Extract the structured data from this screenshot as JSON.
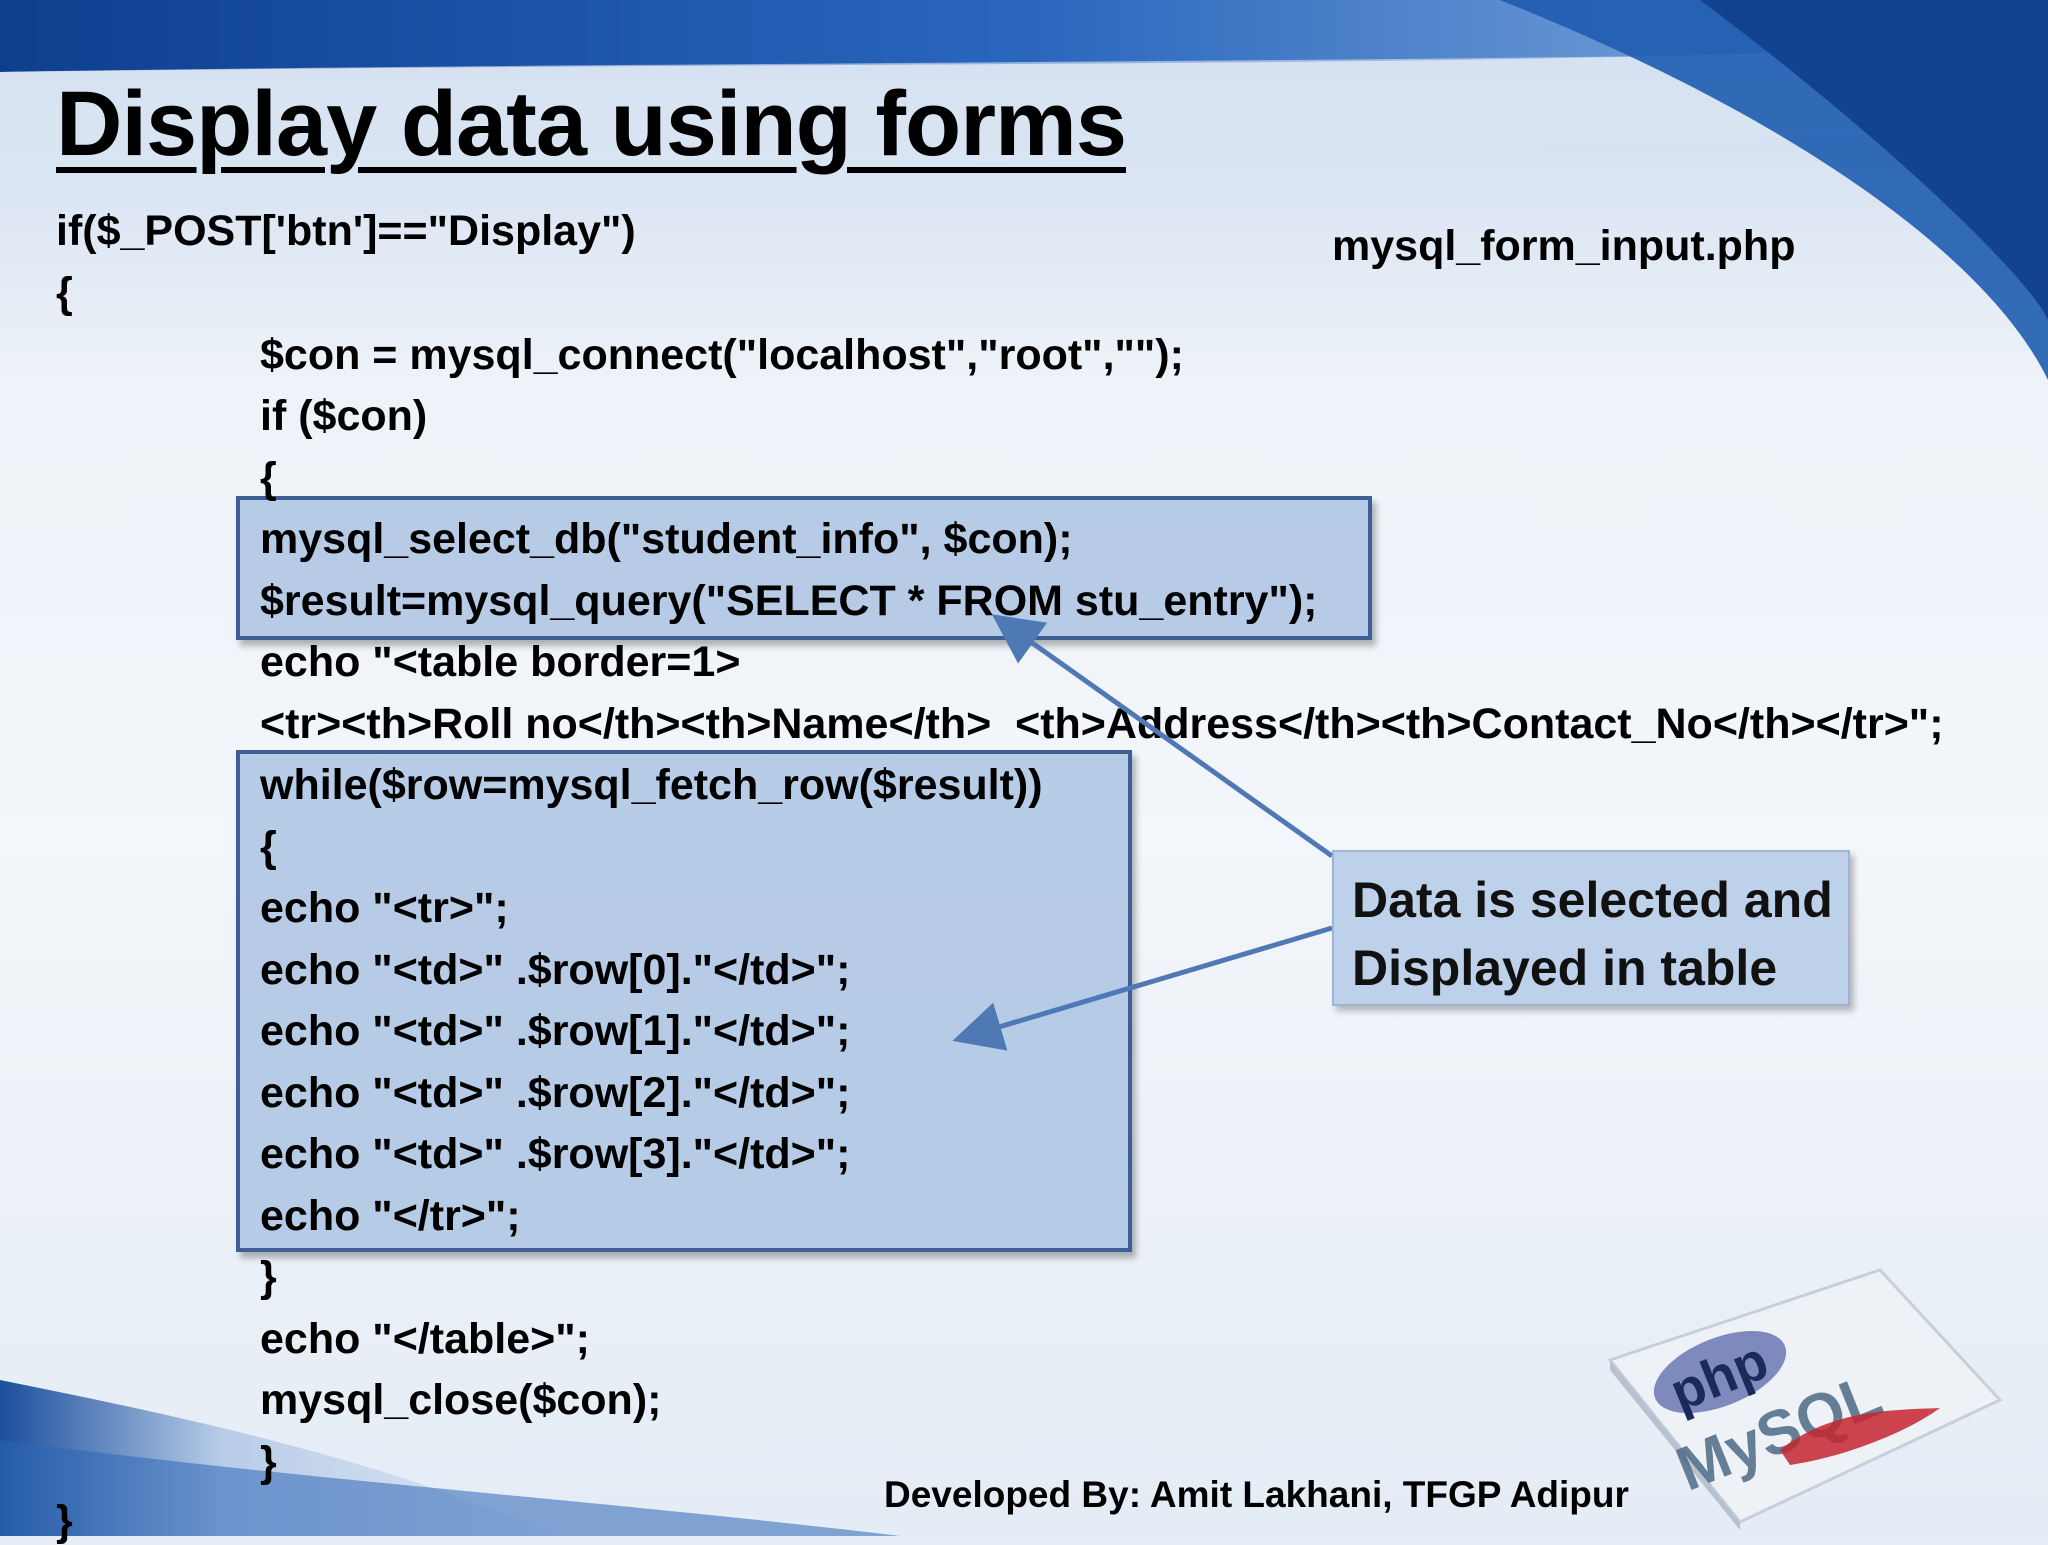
{
  "slide": {
    "title": "Display data using forms ",
    "filename": "mysql_form_input.php",
    "code_lines": [
      "if($_POST['btn']==\"Display\")",
      "{",
      "$con = mysql_connect(\"localhost\",\"root\",\"\");",
      "if ($con)",
      "{",
      "mysql_select_db(\"student_info\", $con);",
      "$result=mysql_query(\"SELECT * FROM stu_entry\");",
      "echo \"<table border=1>",
      "<tr><th>Roll no</th><th>Name</th>  <th>Address</th><th>Contact_No</th></tr>\";",
      "while($row=mysql_fetch_row($result))",
      "{",
      "echo \"<tr>\";",
      "echo \"<td>\" .$row[0].\"</td>\";",
      "echo \"<td>\" .$row[1].\"</td>\";",
      "echo \"<td>\" .$row[2].\"</td>\";",
      "echo \"<td>\" .$row[3].\"</td>\";",
      "echo \"</tr>\";",
      "}",
      "echo \"</table>\";",
      "mysql_close($con);",
      "}",
      "}"
    ],
    "callout": {
      "line1": "Data is selected and",
      "line2": "Displayed in table"
    },
    "footer": "Developed By: Amit Lakhani, TFGP Adipur",
    "logo": {
      "icon": "php-mysql-logo",
      "text_php": "php",
      "text_mysql": "MySQL"
    },
    "colors": {
      "highlight_fill": "#aac2e2",
      "highlight_border": "#3e5f93",
      "arrow": "#4f79b5",
      "banner": "#1f56a8"
    }
  }
}
